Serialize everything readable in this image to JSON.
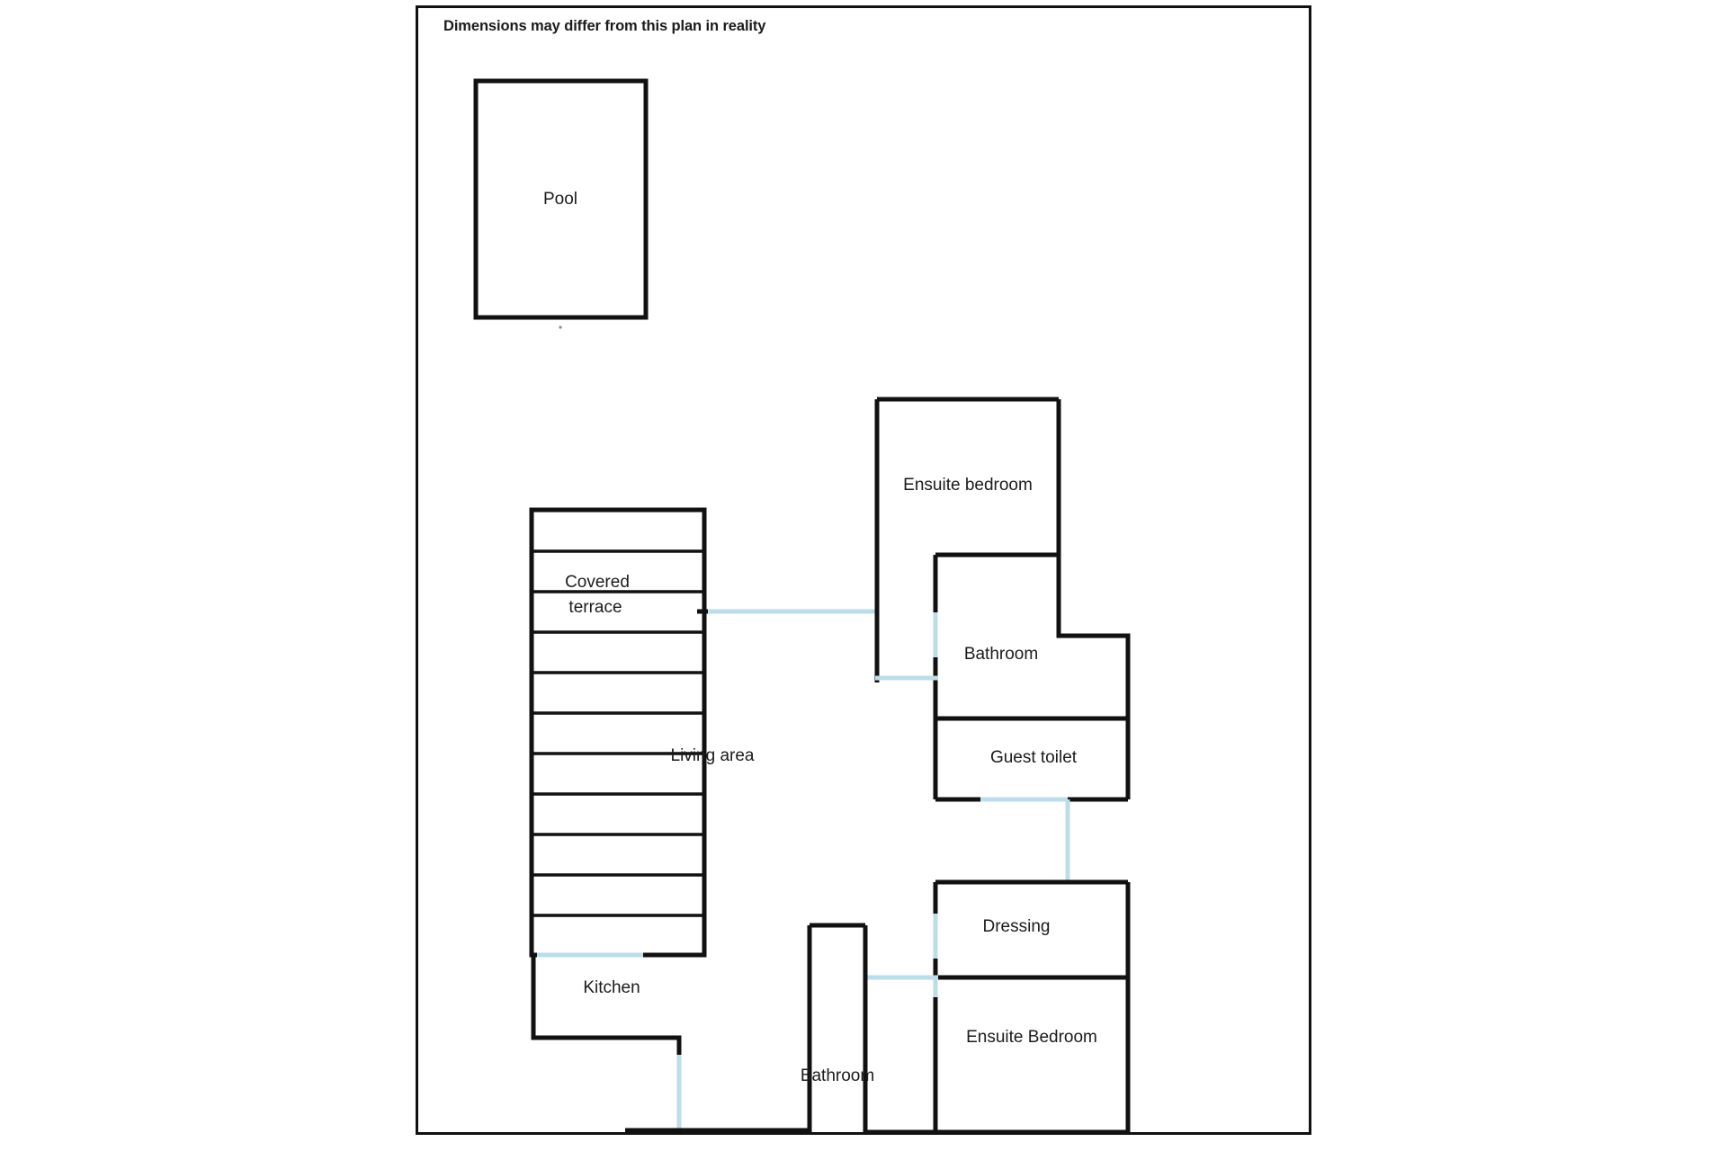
{
  "page": {
    "disclaimer": "Dimensions may differ from this plan in reality",
    "background_color": "#ffffff",
    "border_color": "#111111",
    "wall_color": "#111111",
    "door_color": "#bcdde9",
    "label_color": "#1b1b1b"
  },
  "rooms": {
    "pool": {
      "label": "Pool"
    },
    "covered_terrace": {
      "label_line1": "Covered",
      "label_line2": "terrace"
    },
    "living_area": {
      "label": "Living area"
    },
    "kitchen": {
      "label": "Kitchen"
    },
    "ensuite_bedroom_top": {
      "label": "Ensuite bedroom"
    },
    "bathroom_top": {
      "label": "Bathroom"
    },
    "guest_toilet": {
      "label": "Guest toilet"
    },
    "dressing": {
      "label": "Dressing"
    },
    "ensuite_bedroom_bottom": {
      "label": "Ensuite Bedroom"
    },
    "bathroom_bottom": {
      "label": "Bathroom"
    }
  }
}
